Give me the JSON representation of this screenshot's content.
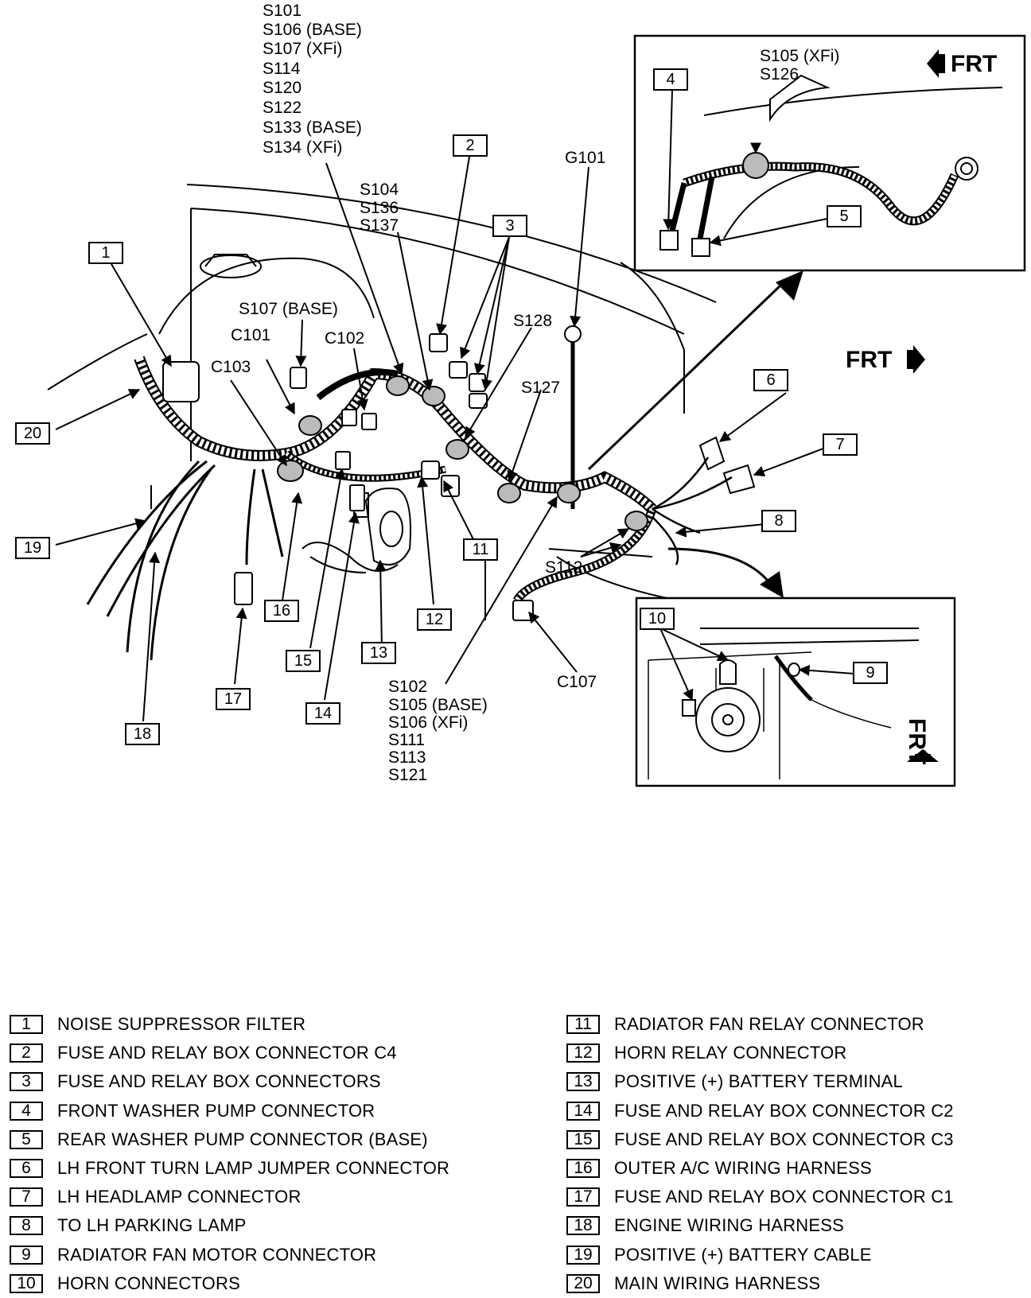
{
  "labels": {
    "splices_top": [
      "S101",
      "S106 (BASE)",
      "S107 (XFi)",
      "S114",
      "S120",
      "S122",
      "S133 (BASE)",
      "S134 (XFi)"
    ],
    "splices_mid": [
      "S104",
      "S136",
      "S137"
    ],
    "splices_bottom": [
      "S102",
      "S105 (BASE)",
      "S106 (XFi)",
      "S111",
      "S113",
      "S121"
    ],
    "s107_base": "S107 (BASE)",
    "c101": "C101",
    "c102": "C102",
    "c103": "C103",
    "s128": "S128",
    "s127": "S127",
    "g101": "G101",
    "s112": "S112",
    "c107": "C107",
    "inset_top_splices": [
      "S105 (XFi)",
      "S126"
    ],
    "frt": "FRT"
  },
  "callouts": [
    "1",
    "2",
    "3",
    "4",
    "5",
    "6",
    "7",
    "8",
    "9",
    "10",
    "11",
    "12",
    "13",
    "14",
    "15",
    "16",
    "17",
    "18",
    "19",
    "20"
  ],
  "legend": [
    {
      "num": "1",
      "label": "NOISE SUPPRESSOR FILTER"
    },
    {
      "num": "2",
      "label": "FUSE AND RELAY BOX CONNECTOR C4"
    },
    {
      "num": "3",
      "label": "FUSE AND RELAY BOX CONNECTORS"
    },
    {
      "num": "4",
      "label": "FRONT WASHER PUMP CONNECTOR"
    },
    {
      "num": "5",
      "label": "REAR WASHER PUMP CONNECTOR (BASE)"
    },
    {
      "num": "6",
      "label": "LH FRONT TURN LAMP JUMPER CONNECTOR"
    },
    {
      "num": "7",
      "label": "LH HEADLAMP CONNECTOR"
    },
    {
      "num": "8",
      "label": "TO LH PARKING LAMP"
    },
    {
      "num": "9",
      "label": "RADIATOR FAN MOTOR CONNECTOR"
    },
    {
      "num": "10",
      "label": "HORN CONNECTORS"
    },
    {
      "num": "11",
      "label": "RADIATOR FAN RELAY CONNECTOR"
    },
    {
      "num": "12",
      "label": "HORN RELAY CONNECTOR"
    },
    {
      "num": "13",
      "label": "POSITIVE (+) BATTERY TERMINAL"
    },
    {
      "num": "14",
      "label": "FUSE AND RELAY BOX CONNECTOR C2"
    },
    {
      "num": "15",
      "label": "FUSE AND RELAY BOX CONNECTOR C3"
    },
    {
      "num": "16",
      "label": "OUTER A/C WIRING HARNESS"
    },
    {
      "num": "17",
      "label": "FUSE AND RELAY BOX CONNECTOR C1"
    },
    {
      "num": "18",
      "label": "ENGINE WIRING HARNESS"
    },
    {
      "num": "19",
      "label": "POSITIVE (+) BATTERY CABLE"
    },
    {
      "num": "20",
      "label": "MAIN WIRING HARNESS"
    }
  ]
}
